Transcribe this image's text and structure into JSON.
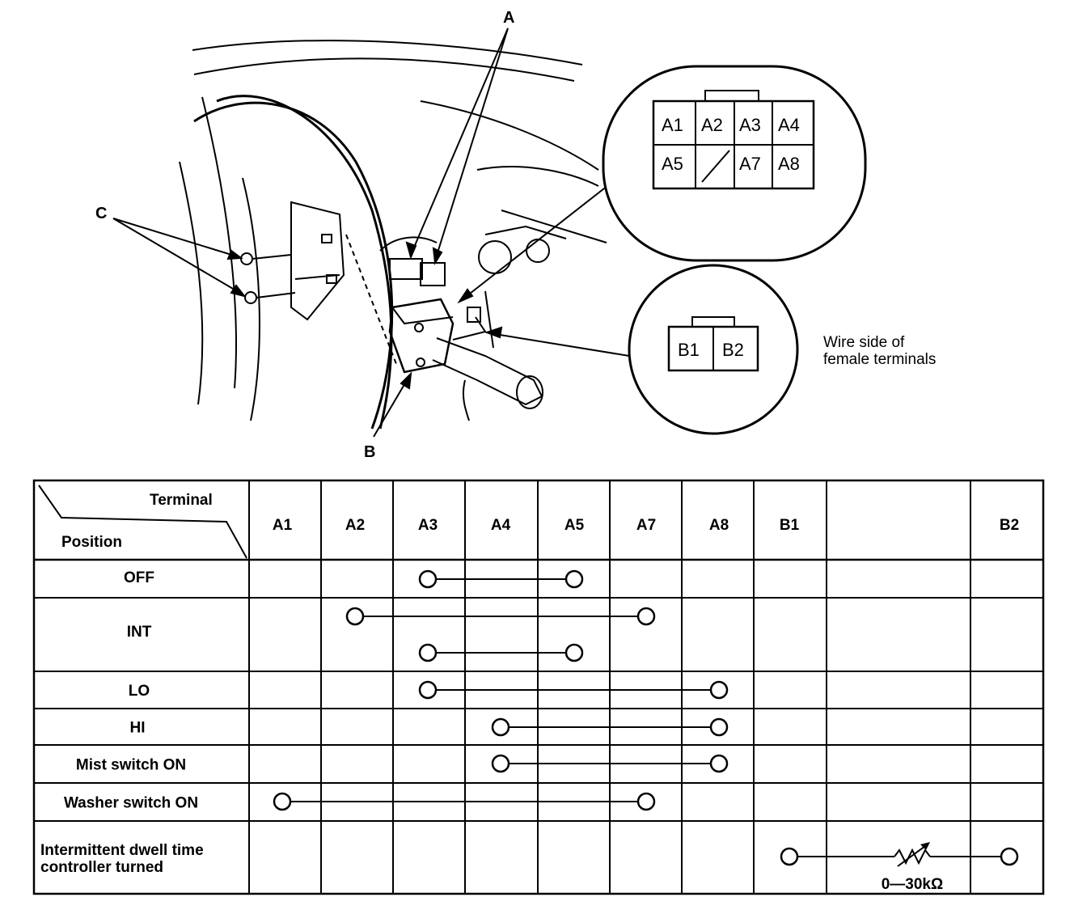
{
  "callouts": {
    "a": "A",
    "b": "B",
    "c": "C"
  },
  "connector_a": {
    "pins": [
      "A1",
      "A2",
      "A3",
      "A4",
      "A5",
      "",
      "A7",
      "A8"
    ]
  },
  "connector_b": {
    "pins": [
      "B1",
      "B2"
    ]
  },
  "wire_side_note": "Wire side of\nfemale terminals",
  "table": {
    "header_terminal": "Terminal",
    "header_position": "Position",
    "columns": [
      "A1",
      "A2",
      "A3",
      "A4",
      "A5",
      "A7",
      "A8",
      "B1",
      "B2"
    ],
    "rows": [
      {
        "label": "OFF",
        "connections": [
          [
            "A3",
            "A5"
          ]
        ]
      },
      {
        "label": "INT",
        "connections": [
          [
            "A2",
            "A7"
          ],
          [
            "A3",
            "A5"
          ]
        ]
      },
      {
        "label": "LO",
        "connections": [
          [
            "A3",
            "A8"
          ]
        ]
      },
      {
        "label": "HI",
        "connections": [
          [
            "A4",
            "A8"
          ]
        ]
      },
      {
        "label": "Mist switch ON",
        "connections": [
          [
            "A4",
            "A8"
          ]
        ]
      },
      {
        "label": "Washer switch ON",
        "connections": [
          [
            "A1",
            "A7"
          ]
        ]
      },
      {
        "label": "Intermittent dwell time\ncontroller turned",
        "connections": [
          [
            "B1",
            "B2"
          ]
        ],
        "resistor_label": "0—30kΩ"
      }
    ]
  }
}
